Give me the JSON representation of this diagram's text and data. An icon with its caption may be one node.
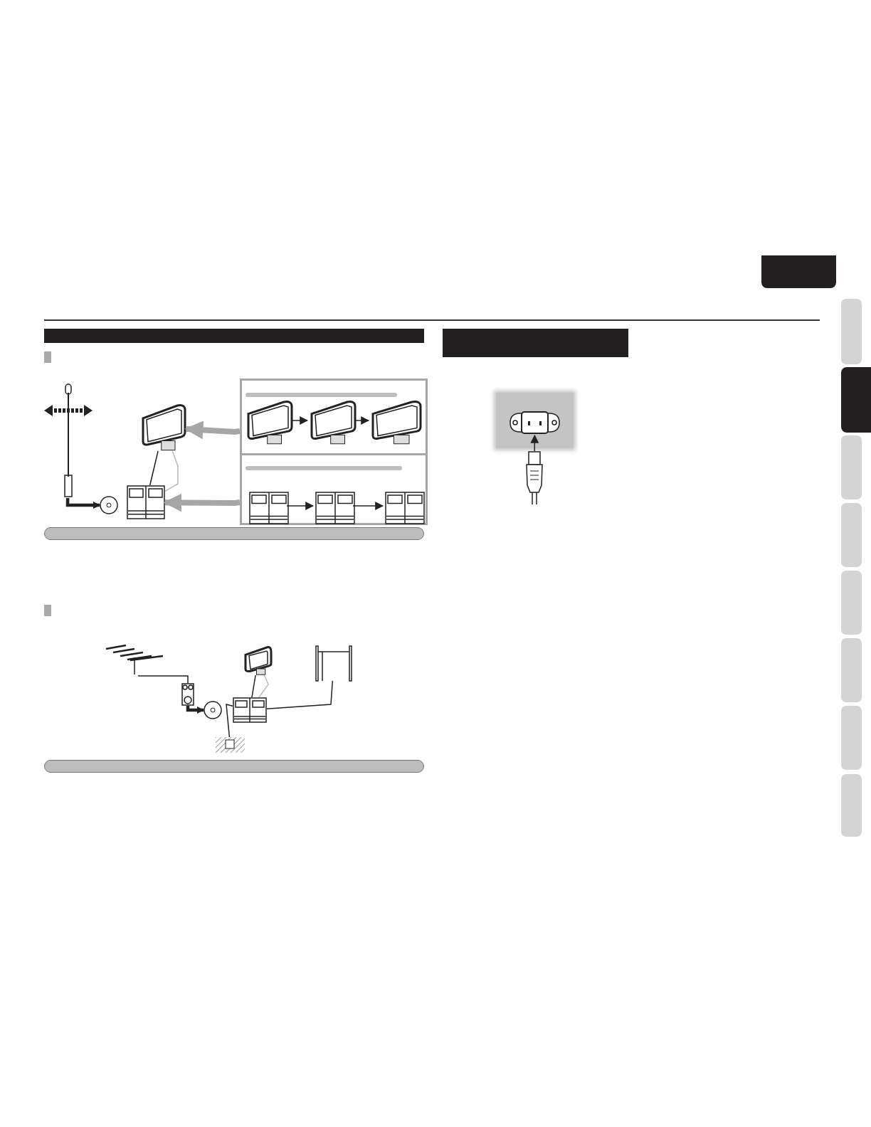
{
  "diagram": {
    "nodes": [
      {
        "text": [],
        "shape": "picture"
      },
      {
        "text": [],
        "shape": "circle"
      },
      {
        "text": [],
        "shape": "picture"
      },
      {
        "text": [],
        "shape": "picture"
      },
      {
        "text": [],
        "shape": "box"
      },
      {
        "text": [],
        "shape": "picture",
        "in": 4
      },
      {
        "text": [],
        "shape": "picture",
        "in": 4
      },
      {
        "text": [],
        "shape": "picture",
        "in": 4
      },
      {
        "text": [],
        "shape": "box"
      },
      {
        "text": [],
        "shape": "picture",
        "in": 8
      },
      {
        "text": [],
        "shape": "picture",
        "in": 8
      },
      {
        "text": [],
        "shape": "picture",
        "in": 8
      },
      {
        "text": [],
        "shape": "picture"
      },
      {
        "text": [],
        "shape": "picture"
      },
      {
        "text": [],
        "shape": "circle"
      },
      {
        "text": [],
        "shape": "picture"
      },
      {
        "text": [],
        "shape": "picture"
      },
      {
        "text": [],
        "shape": "picture"
      },
      {
        "text": [],
        "shape": "picture"
      },
      {
        "text": [],
        "shape": "picture"
      },
      {
        "text": [],
        "shape": "picture"
      },
      {
        "text": [],
        "shape": "bar"
      },
      {
        "text": [],
        "shape": "bar"
      },
      {
        "text": [],
        "shape": "box"
      },
      {
        "text": [],
        "shape": "box"
      },
      {
        "text": [],
        "shape": "box"
      },
      {
        "text": [],
        "shape": "box"
      },
      {
        "text": [],
        "shape": "box"
      },
      {
        "text": [],
        "shape": "box"
      },
      {
        "text": [],
        "shape": "box"
      },
      {
        "text": [],
        "shape": "box"
      }
    ],
    "edges": [
      {
        "from": 0,
        "to": 1,
        "arrow": "to",
        "style": "thick"
      },
      {
        "from": 4,
        "to": 2,
        "arrow": "to",
        "style": "thick",
        "color": "#a6a6a6"
      },
      {
        "from": 8,
        "to": 3,
        "arrow": "to",
        "style": "thick",
        "color": "#a6a6a6"
      },
      {
        "from": 5,
        "to": 6,
        "arrow": "to"
      },
      {
        "from": 6,
        "to": 7,
        "arrow": "to"
      },
      {
        "from": 9,
        "to": 10,
        "arrow": "to"
      },
      {
        "from": 10,
        "to": 11,
        "arrow": "to"
      },
      {
        "from": 2,
        "to": 3,
        "arrow": "none"
      },
      {
        "from": 12,
        "to": 13,
        "arrow": "none"
      },
      {
        "from": 13,
        "to": 14,
        "arrow": "to",
        "style": "thick"
      },
      {
        "from": 15,
        "to": 16,
        "arrow": "none"
      },
      {
        "from": 17,
        "to": 16,
        "arrow": "none"
      },
      {
        "from": 18,
        "to": 16,
        "arrow": "none"
      },
      {
        "from": 20,
        "to": 19,
        "arrow": "to"
      },
      {
        "from": 2,
        "to": 3,
        "arrow": "none",
        "color": "#bbbbbb"
      },
      {
        "from": 15,
        "to": 16,
        "arrow": "none",
        "color": "#bbbbbb"
      }
    ]
  }
}
